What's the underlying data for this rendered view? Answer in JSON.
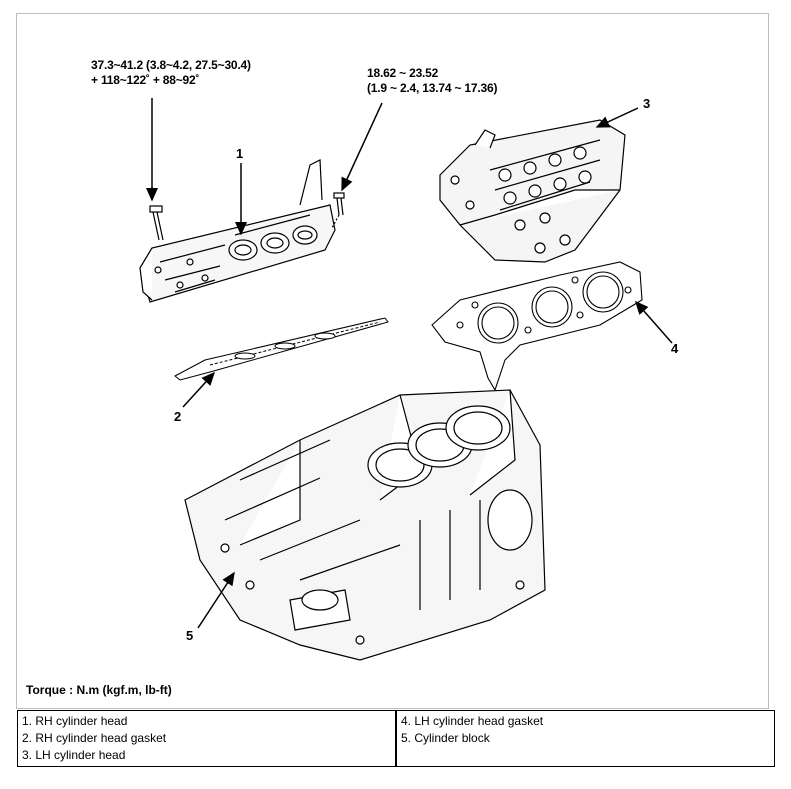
{
  "torque_specs": {
    "rh_bolt_line1": "37.3~41.2 (3.8~4.2, 27.5~30.4)",
    "rh_bolt_line2": "+ 118~122˚ + 88~92˚",
    "lh_bolt_line1": "18.62 ~ 23.52",
    "lh_bolt_line2": "(1.9 ~ 2.4, 13.74 ~ 17.36)"
  },
  "callouts": [
    "1",
    "2",
    "3",
    "4",
    "5"
  ],
  "torque_unit_note": "Torque : N.m (kgf.m, lb-ft)",
  "legend": {
    "left": [
      "1. RH cylinder head",
      "2. RH cylinder head gasket",
      "3. LH cylinder head"
    ],
    "right": [
      "4. LH cylinder head gasket",
      "5. Cylinder block"
    ]
  }
}
